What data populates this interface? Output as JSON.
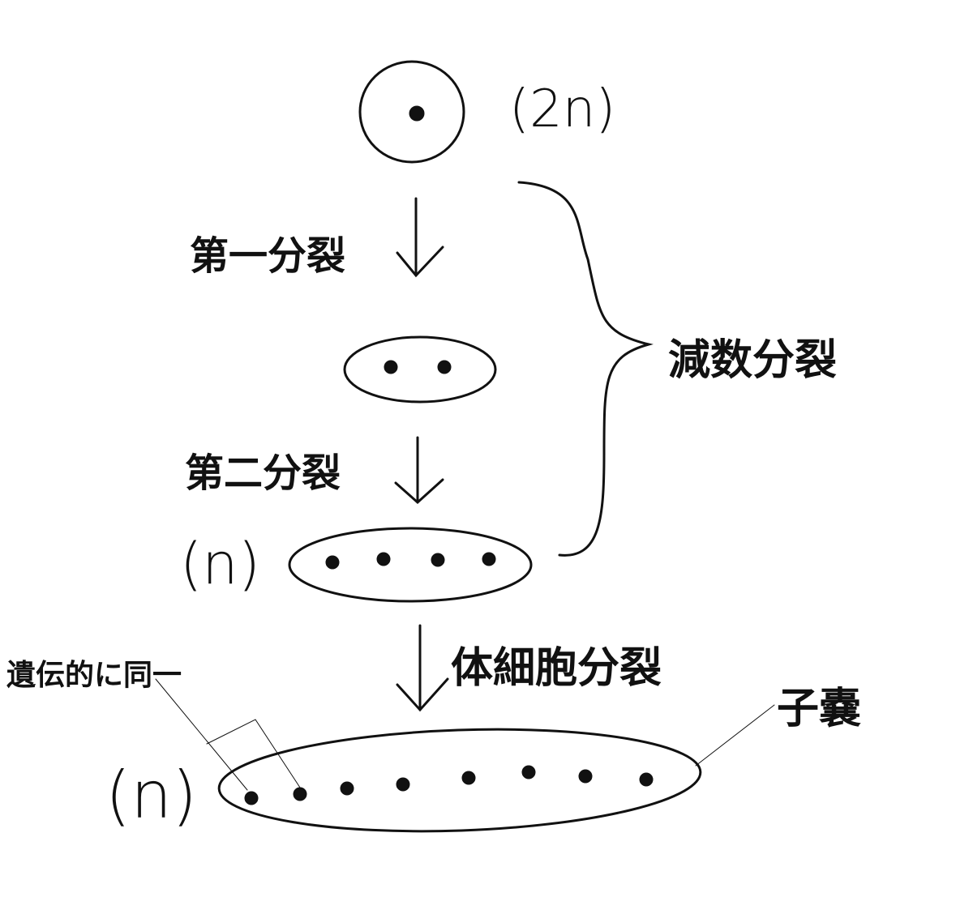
{
  "labels": {
    "ploidy_2n": "(2n)",
    "ploidy_n_tetrad": "(n)",
    "ploidy_n_ascus": "(n)",
    "first_division": "第一分裂",
    "second_division": "第二分裂",
    "meiosis": "減数分裂",
    "mitosis": "体細胞分裂",
    "ascus": "子嚢",
    "genetically_identical": "遺伝的に同一"
  },
  "colors": {
    "ink": "#111111"
  }
}
